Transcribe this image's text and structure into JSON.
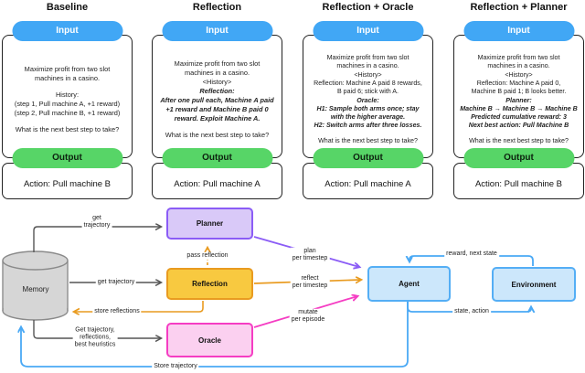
{
  "figure": {
    "columns": [
      {
        "title": "Baseline",
        "input_label": "Input",
        "output_label": "Output",
        "action": "Action: Pull machine B",
        "body": [
          {
            "t": "Maximize profit from two slot"
          },
          {
            "t": "machines in a casino."
          },
          {
            "gap": true
          },
          {
            "t": "History:"
          },
          {
            "t": "(step 1, Pull machine A, +1 reward)"
          },
          {
            "t": "(step 2, Pull machine B, +1 reward)"
          },
          {
            "gap": true
          },
          {
            "t": "What is the next best step to take?"
          }
        ]
      },
      {
        "title": "Reflection",
        "input_label": "Input",
        "output_label": "Output",
        "action": "Action: Pull machine A",
        "body": [
          {
            "t": "Maximize profit from two slot"
          },
          {
            "t": "machines in a casino."
          },
          {
            "t": "<History>"
          },
          {
            "t": "Reflection:",
            "bi": true
          },
          {
            "t": "After one pull each, Machine A paid",
            "bi": true
          },
          {
            "t": "+1 reward and Machine B paid 0",
            "bi": true
          },
          {
            "t": "reward. Exploit Machine A.",
            "bi": true
          },
          {
            "gap": true
          },
          {
            "t": "What is the next best step to take?"
          }
        ]
      },
      {
        "title": "Reflection + Oracle",
        "input_label": "Input",
        "output_label": "Output",
        "action": "Action: Pull machine A",
        "body": [
          {
            "t": "Maximize profit from two slot"
          },
          {
            "t": "machines in a casino."
          },
          {
            "t": "<History>"
          },
          {
            "t": "Reflection: Machine A paid 8 rewards,"
          },
          {
            "t": "B paid 6; stick with A."
          },
          {
            "t": "Oracle:",
            "bi": true
          },
          {
            "t": "H1: Sample both arms once; stay",
            "bi": true
          },
          {
            "t": "with the higher average.",
            "bi": true
          },
          {
            "t": "H2: Switch arms after three losses.",
            "bi": true
          },
          {
            "gap": true
          },
          {
            "t": "What is the next best step to take?"
          }
        ]
      },
      {
        "title": "Reflection + Planner",
        "input_label": "Input",
        "output_label": "Output",
        "action": "Action: Pull machine B",
        "body": [
          {
            "t": "Maximize profit from two slot"
          },
          {
            "t": "machines in a casino."
          },
          {
            "t": "<History>"
          },
          {
            "t": "Reflection: Machine A paid 0,"
          },
          {
            "t": "Machine B paid 1; B looks better."
          },
          {
            "t": "Planner:",
            "bi": true
          },
          {
            "t": "Machine B → Machine B → Machine B",
            "bi": true
          },
          {
            "t": "Predicted cumulative reward: 3",
            "bi": true
          },
          {
            "t": "Next best action: Pull Machine B",
            "bi": true
          },
          {
            "gap": true
          },
          {
            "t": "What is the next best step to take?"
          }
        ]
      }
    ]
  },
  "diagram": {
    "nodes": {
      "memory": {
        "label": "Memory"
      },
      "planner": {
        "label": "Planner"
      },
      "reflection": {
        "label": "Reflection"
      },
      "oracle": {
        "label": "Oracle"
      },
      "agent": {
        "label": "Agent"
      },
      "environment": {
        "label": "Environment"
      }
    },
    "labels": {
      "get_trajectory_top": "get\ntrajectory",
      "get_trajectory_mid": "get trajectory",
      "store_reflections": "store reflections",
      "get_trajectory_oracle": "Get trajectory,\nreflections,\nbest heuristics",
      "pass_reflection": "pass reflection",
      "plan_per_timestep": "plan\nper timestep",
      "reflect_per_timestep": "reflect\nper timestep",
      "mutate_per_episode": "mutate\nper episode",
      "reward_next_state": "reward, next state",
      "state_action": "state, action",
      "store_trajectory": "Store trajectory"
    }
  },
  "colors": {
    "input_pill": "#41a7f5",
    "output_pill": "#57d567",
    "planner_fill": "#d9c9f8",
    "planner_border": "#8b5cf6",
    "reflection_fill": "#f8c940",
    "reflection_border": "#e99b20",
    "oracle_fill": "#fbd0f0",
    "oracle_border": "#f53dc3",
    "agent_env_fill": "#cce7fb",
    "agent_env_border": "#54aef5",
    "memory_fill": "#d6d6d6",
    "memory_border": "#8a8a8a",
    "gray_arrow": "#555555",
    "orange_arrow": "#e99b20",
    "purple_arrow": "#8b5cf6",
    "pink_arrow": "#f53dc3",
    "blue_arrow": "#4aa9f5"
  }
}
